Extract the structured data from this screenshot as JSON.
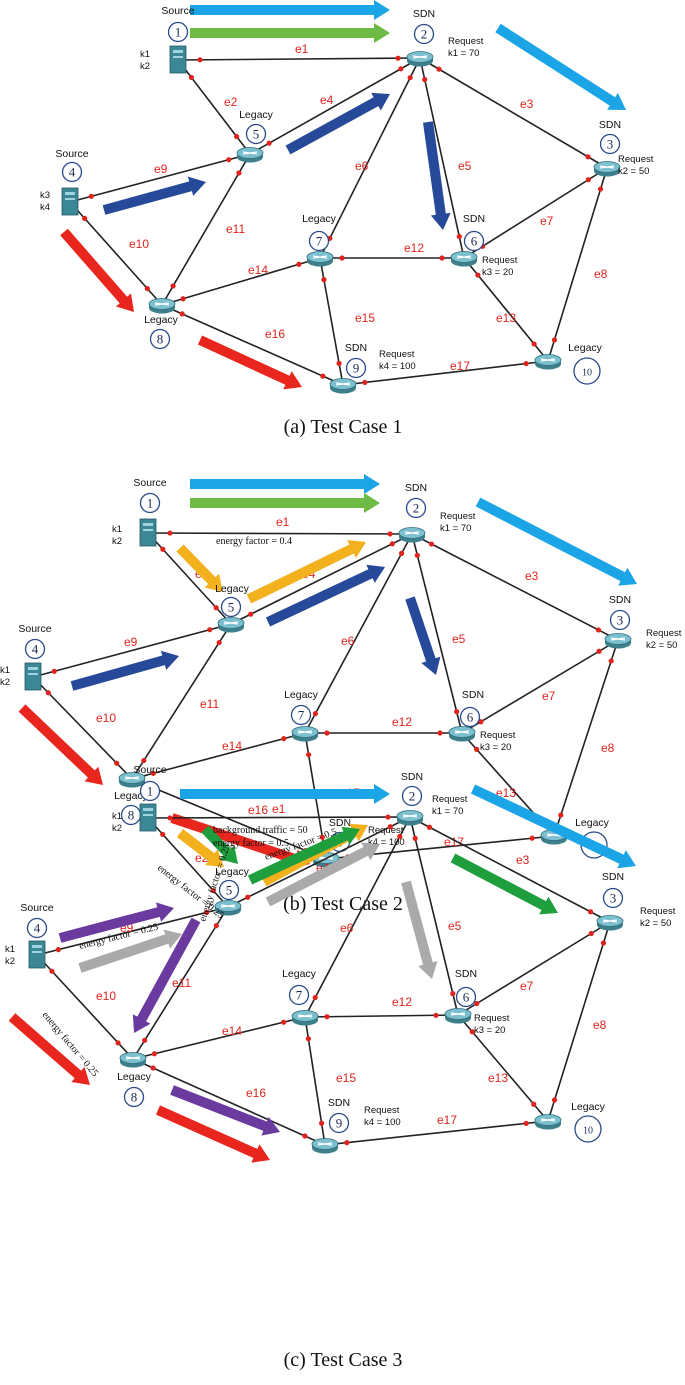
{
  "colors": {
    "blue": "#1ba4e6",
    "green": "#6dbb44",
    "darkblue": "#27499a",
    "red": "#e8261e",
    "yellow": "#f2b11d",
    "darkgreen": "#1e9e3c",
    "gray": "#aaaaaa",
    "purple": "#6a3a9f"
  },
  "panels": [
    {
      "caption": "(a)   Test Case 1",
      "nodes": [
        {
          "id": "1",
          "top": "Source",
          "stack": [
            "k1",
            "k2"
          ]
        },
        {
          "id": "2",
          "top": "SDN",
          "request": [
            "Request",
            "k1 = 70"
          ]
        },
        {
          "id": "3",
          "top": "SDN",
          "request": [
            "Request",
            "k2 = 50"
          ]
        },
        {
          "id": "4",
          "top": "Source",
          "stack": [
            "k3",
            "k4"
          ]
        },
        {
          "id": "5",
          "top": "Legacy"
        },
        {
          "id": "6",
          "top": "SDN",
          "request": [
            "Request",
            "k3 = 20"
          ]
        },
        {
          "id": "7",
          "top": "Legacy"
        },
        {
          "id": "8",
          "bottom": "Legacy"
        },
        {
          "id": "9",
          "top": "SDN",
          "request": [
            "Request",
            "k4 = 100"
          ]
        },
        {
          "id": "10",
          "top": "Legacy"
        }
      ],
      "edges": [
        "e1",
        "e2",
        "e3",
        "e4",
        "e5",
        "e6",
        "e7",
        "e8",
        "e9",
        "e10",
        "e11",
        "e12",
        "e13",
        "e14",
        "e15",
        "e16",
        "e17"
      ],
      "notes": []
    },
    {
      "caption": "(b)   Test Case 2",
      "nodes": [
        {
          "id": "1",
          "top": "Source",
          "stack": [
            "k1",
            "k2"
          ]
        },
        {
          "id": "2",
          "top": "SDN",
          "request": [
            "Request",
            "k1 = 70"
          ]
        },
        {
          "id": "3",
          "top": "SDN",
          "request": [
            "Request",
            "k2 = 50"
          ]
        },
        {
          "id": "4",
          "top": "Source",
          "stack": [
            "k1",
            "k2"
          ]
        },
        {
          "id": "5",
          "top": "Legacy"
        },
        {
          "id": "6",
          "top": "SDN",
          "request": [
            "Request",
            "k3 = 20"
          ]
        },
        {
          "id": "7",
          "top": "Legacy"
        },
        {
          "id": "8",
          "bottom": "Legacy"
        },
        {
          "id": "9",
          "top": "SDN",
          "request": [
            "Request",
            "k4 = 100"
          ]
        },
        {
          "id": "10",
          "top": "Legacy"
        }
      ],
      "edges": [
        "e1",
        "e2",
        "e3",
        "e4",
        "e5",
        "e6",
        "e7",
        "e8",
        "e9",
        "e10",
        "e11",
        "e12",
        "e13",
        "e14",
        "e15",
        "e16",
        "e17"
      ],
      "notes": [
        "energy factor = 0.4"
      ]
    },
    {
      "caption": "(c)   Test Case 3",
      "nodes": [
        {
          "id": "1",
          "top": "Source",
          "stack": [
            "k1",
            "k2"
          ]
        },
        {
          "id": "2",
          "top": "SDN",
          "request": [
            "Request",
            "k1 = 70"
          ]
        },
        {
          "id": "3",
          "top": "SDN",
          "request": [
            "Request",
            "k2 = 50"
          ]
        },
        {
          "id": "4",
          "top": "Source",
          "stack": [
            "k1",
            "k2"
          ]
        },
        {
          "id": "5",
          "top": "Legacy"
        },
        {
          "id": "6",
          "top": "SDN",
          "request": [
            "Request",
            "k3 = 20"
          ]
        },
        {
          "id": "7",
          "top": "Legacy"
        },
        {
          "id": "8",
          "bottom": "Legacy"
        },
        {
          "id": "9",
          "top": "SDN",
          "request": [
            "Request",
            "k4 = 100"
          ]
        },
        {
          "id": "10",
          "top": "Legacy"
        }
      ],
      "edges": [
        "e1",
        "e2",
        "e3",
        "e4",
        "e5",
        "e6",
        "e7",
        "e8",
        "e9",
        "e10",
        "e11",
        "e12",
        "e13",
        "e14",
        "e15",
        "e16",
        "e17"
      ],
      "notes": [
        "background traffic = 50",
        "energy factor = 0.5",
        "energy factor = 0.25",
        "energy factor = 0.25",
        "energy factor = 0.25",
        "energy factor = 0.25",
        "energy factor = 0.5"
      ]
    }
  ]
}
